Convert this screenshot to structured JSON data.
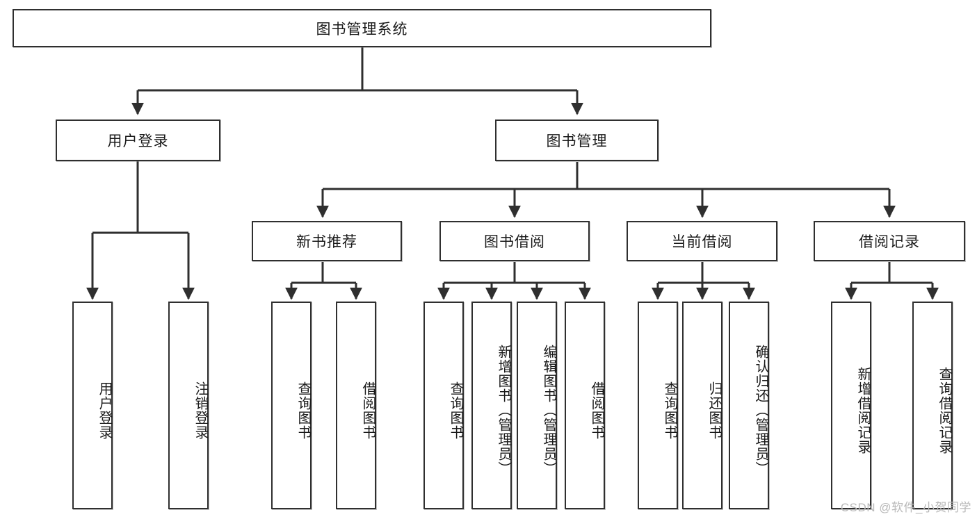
{
  "diagram": {
    "type": "tree",
    "title": "图书管理系统",
    "watermark": "CSDN @软件_小贺同学",
    "colors": {
      "node_border": "#2f2f2f",
      "node_fill": "#ffffff",
      "edge": "#2f2f2f",
      "text": "#1a1a1a",
      "watermark": "#b9b9b9",
      "background": "#ffffff"
    },
    "nodes": {
      "root": {
        "label": "图书管理系统",
        "level": 1,
        "orientation": "horizontal"
      },
      "user_login": {
        "label": "用户登录",
        "level": 2,
        "orientation": "horizontal"
      },
      "book_manage": {
        "label": "图书管理",
        "level": 2,
        "orientation": "horizontal"
      },
      "new_book_rec": {
        "label": "新书推荐",
        "level": 3,
        "orientation": "horizontal"
      },
      "book_borrow": {
        "label": "图书借阅",
        "level": 3,
        "orientation": "horizontal"
      },
      "current_borrow": {
        "label": "当前借阅",
        "level": 3,
        "orientation": "horizontal"
      },
      "borrow_record": {
        "label": "借阅记录",
        "level": 3,
        "orientation": "horizontal"
      },
      "leaf_user_login": {
        "label": "用户登录",
        "level": 4,
        "orientation": "vertical"
      },
      "leaf_logout": {
        "label": "注销登录",
        "level": 4,
        "orientation": "vertical"
      },
      "leaf_query_book_a": {
        "label": "查询图书",
        "level": 4,
        "orientation": "vertical"
      },
      "leaf_borrow_book_a": {
        "label": "借阅图书",
        "level": 4,
        "orientation": "vertical"
      },
      "leaf_query_book_b": {
        "label": "查询图书",
        "level": 4,
        "orientation": "vertical"
      },
      "leaf_add_book": {
        "label": "新增图书（管理员）",
        "level": 4,
        "orientation": "vertical"
      },
      "leaf_edit_book": {
        "label": "编辑图书（管理员）",
        "level": 4,
        "orientation": "vertical"
      },
      "leaf_borrow_book_b": {
        "label": "借阅图书",
        "level": 4,
        "orientation": "vertical"
      },
      "leaf_query_book_c": {
        "label": "查询图书",
        "level": 4,
        "orientation": "vertical"
      },
      "leaf_return_book": {
        "label": "归还图书",
        "level": 4,
        "orientation": "vertical"
      },
      "leaf_confirm_return": {
        "label": "确认归还（管理员）",
        "level": 4,
        "orientation": "vertical"
      },
      "leaf_add_record": {
        "label": "新增借阅记录",
        "level": 4,
        "orientation": "vertical"
      },
      "leaf_query_record": {
        "label": "查询借阅记录",
        "level": 4,
        "orientation": "vertical"
      }
    },
    "edges": [
      {
        "from": "root",
        "to": "user_login"
      },
      {
        "from": "root",
        "to": "book_manage"
      },
      {
        "from": "book_manage",
        "to": "new_book_rec"
      },
      {
        "from": "book_manage",
        "to": "book_borrow"
      },
      {
        "from": "book_manage",
        "to": "current_borrow"
      },
      {
        "from": "book_manage",
        "to": "borrow_record"
      },
      {
        "from": "user_login",
        "to": "leaf_user_login"
      },
      {
        "from": "user_login",
        "to": "leaf_logout"
      },
      {
        "from": "new_book_rec",
        "to": "leaf_query_book_a"
      },
      {
        "from": "new_book_rec",
        "to": "leaf_borrow_book_a"
      },
      {
        "from": "book_borrow",
        "to": "leaf_query_book_b"
      },
      {
        "from": "book_borrow",
        "to": "leaf_add_book"
      },
      {
        "from": "book_borrow",
        "to": "leaf_edit_book"
      },
      {
        "from": "book_borrow",
        "to": "leaf_borrow_book_b"
      },
      {
        "from": "current_borrow",
        "to": "leaf_query_book_c"
      },
      {
        "from": "current_borrow",
        "to": "leaf_return_book"
      },
      {
        "from": "current_borrow",
        "to": "leaf_confirm_return"
      },
      {
        "from": "borrow_record",
        "to": "leaf_add_record"
      },
      {
        "from": "borrow_record",
        "to": "leaf_query_record"
      }
    ]
  }
}
